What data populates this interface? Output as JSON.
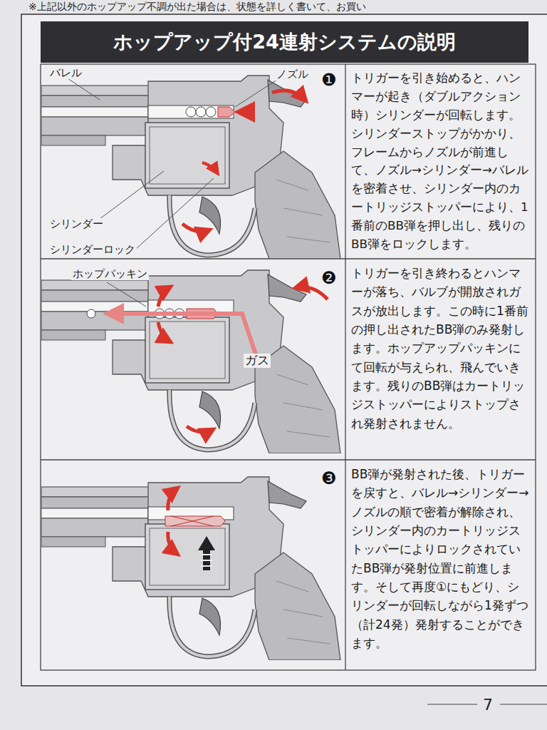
{
  "diagram": {
    "title": "ホップアップ付24連射システムの説明",
    "nodes": [
      {
        "text": [
          "トリガーを引き始めると、ハンマーが起き（ダブルアクション時）シリンダーが回転します。シリンダーストップがかかり、フレームからノズルが前進して、ノズル→シリンダー→バレルを密着させ、シリンダー内のカートリッジストッパーにより、1番前のBB弾を押し出し、残りのBB弾をロックします。"
        ]
      },
      {
        "text": [
          "トリガーを引き終わるとハンマーが落ち、バルブが開放されガスが放出します。この時に1番前の押し出されたBB弾のみ発射します。ホップアップパッキンにて回転が与えられ、飛んでいきます。残りのBB弾はカートリッジストッパーによりストップされ発射されません。"
        ]
      },
      {
        "text": [
          "BB弾が発射された後、トリガーを戻すと、バレル→シリンダー→ノズルの順で密着が解除され、シリンダー内のカートリッジストッパーによりロックされていたBB弾が発射位置に前進します。そして再度①にもどり、シリンダーが回転しながら1発ずつ（計24発）発射することができます。"
        ]
      }
    ],
    "labels": [
      "※上記以外のホップアップ不調が出た場合は、状態を詳しく書いて、お買い",
      "❶",
      "バレル",
      "ノズル",
      "シリンダー",
      "シリンダーロック",
      "❷",
      "ホップパッキン",
      "ガス",
      "❸",
      "7"
    ]
  }
}
